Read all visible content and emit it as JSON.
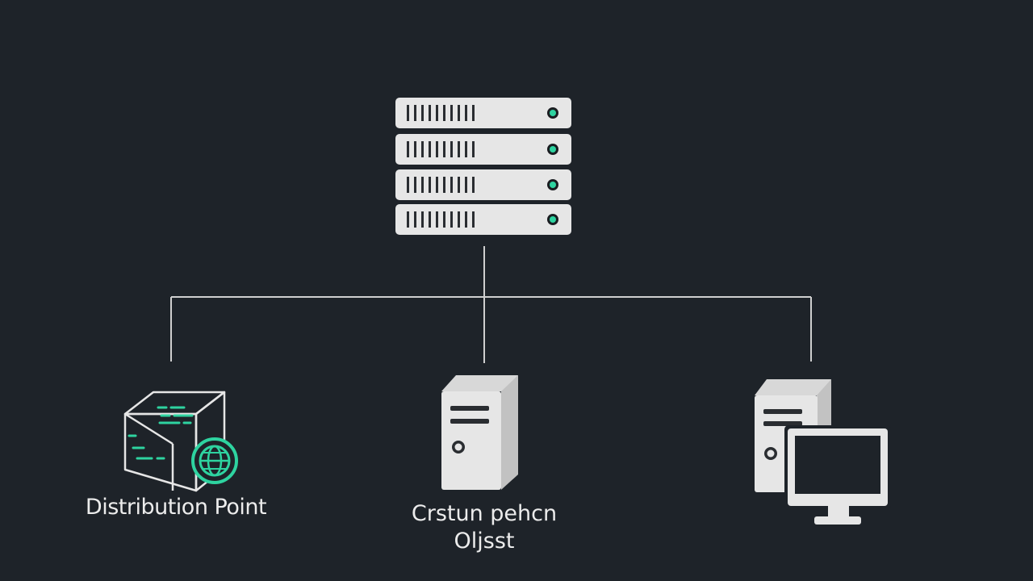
{
  "colors": {
    "background": "#1e2329",
    "device_fill": "#e6e6e6",
    "stroke": "#e6e6e6",
    "accent": "#2ed3a0",
    "connector": "#cfcfcf"
  },
  "nodes": {
    "root": {
      "icon": "rack-server-icon"
    },
    "left": {
      "icon": "cube-globe-icon",
      "label": "Distribution Point"
    },
    "center": {
      "icon": "tower-server-icon",
      "label_line1": "Crstun pehcn",
      "label_line2": "Oljsst"
    },
    "right": {
      "icon": "desktop-computer-icon"
    }
  }
}
